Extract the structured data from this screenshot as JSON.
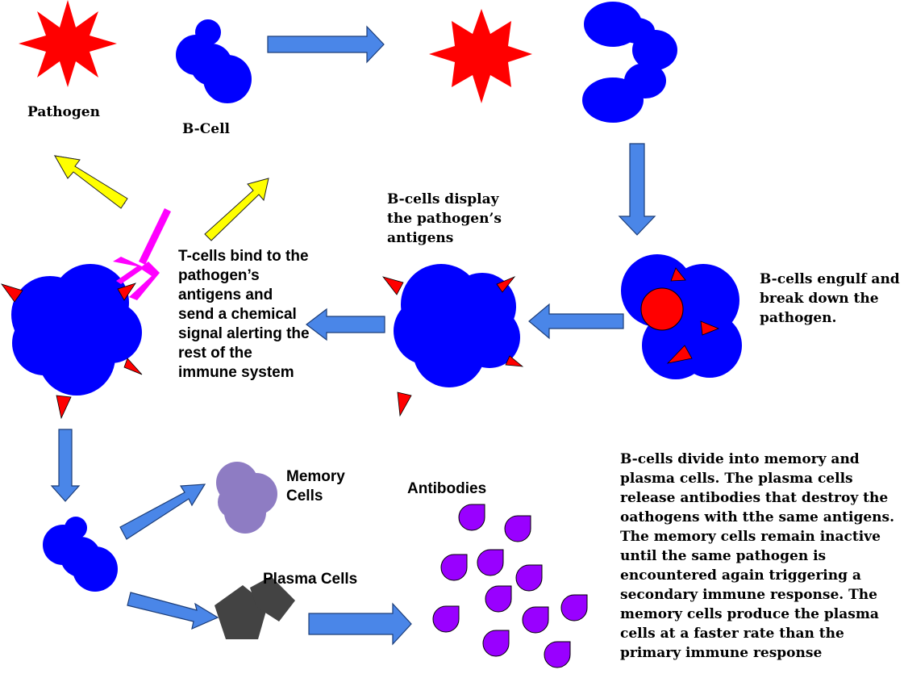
{
  "labels": {
    "pathogen": "Pathogen",
    "b_cell": "B-Cell",
    "b_cells_display": "B-cells display the pathogen’s antigens",
    "b_cells_engulf": "B-cells engulf and break down the pathogen.",
    "t_cells_bind": "T-cells bind to the pathogen’s antigens and send a chemical signal alerting the rest of the immune system",
    "memory_cells": "Memory Cells",
    "antibodies": "Antibodies",
    "plasma_cells": "Plasma Cells",
    "division_note": "B-cells divide into memory and plasma cells. The plasma cells release antibodies that destroy the oathogens with tthe same antigens. The memory cells remain inactive until the same pathogen is encountered again triggering a secondary immune response. The memory cells produce the plasma cells at a faster rate than the primary immune response"
  },
  "colors": {
    "pathogen": "#ff0000",
    "b_cell": "#0000ff",
    "flow_arrow": "#4a86e8",
    "signal_arrow": "#ffff00",
    "t_cell_receptor": "#ff00ff",
    "memory_cell": "#8e7cc3",
    "plasma_cell": "#434343",
    "antibody": "#9900ff"
  },
  "icons": [
    "pathogen-icon",
    "b-cell-icon",
    "antigen-icon",
    "t-cell-receptor-icon",
    "memory-cell-icon",
    "plasma-cell-icon",
    "antibody-icon"
  ]
}
